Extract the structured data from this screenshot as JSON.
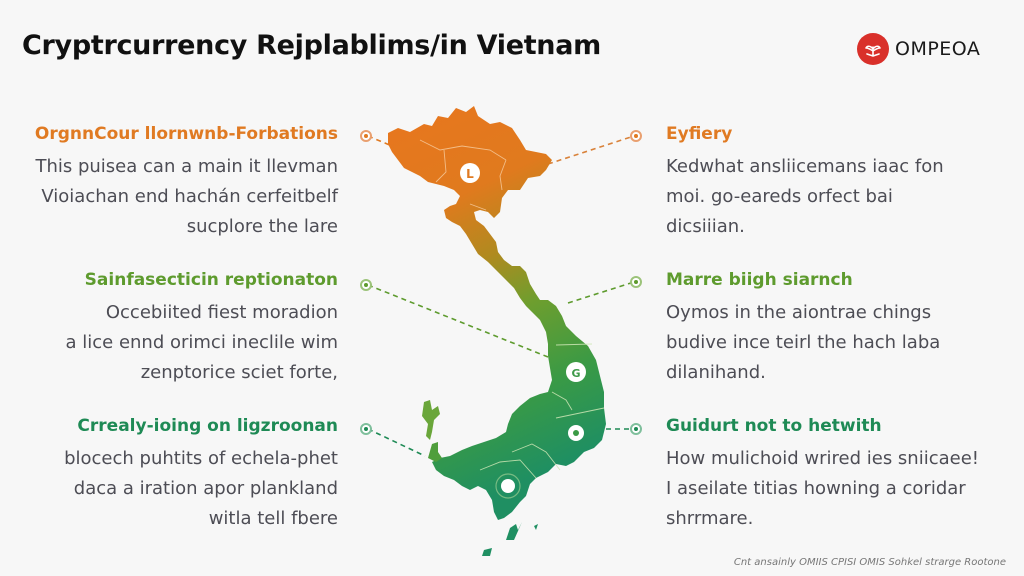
{
  "header": {
    "title": "Cryptrcurrency Rejplablims/in Vietnam",
    "logo_text": "OMPEOA",
    "logo_icon": "leaf-book-icon",
    "logo_color": "#d9302a"
  },
  "left_blocks": [
    {
      "heading": "OrgnnCour llornwnb-Forbations",
      "color": "#e07a22",
      "body": "This puisea can a main it llevman\nVioiachan end hachán cerfeitbelf\nsucplore the lare"
    },
    {
      "heading": "Sainfasecticin reptionaton",
      "color": "#5e9b2e",
      "body": "Occebiited fiest moradion\na lice ennd orimci ineclile wim\nzenptorice sciet forte,"
    },
    {
      "heading": "Crrealy-ioing on ligzroonan",
      "color": "#1e8a55",
      "body": "blocech puhtits of echela-phet\ndaca a iration apor plankland\nwitla tell fbere"
    }
  ],
  "right_blocks": [
    {
      "heading": "Eyfiery",
      "color": "#e07a22",
      "body": "Kedwhat ansliicemans iaac fon\nmoi. go-eareds orfect bai\ndicsiiian."
    },
    {
      "heading": "Marre biigh siarnch",
      "color": "#5e9b2e",
      "body": "Oymos in the aiontrae chings\nbudive ince teirl the hach laba\ndilanihand."
    },
    {
      "heading": "Guidurt not to hetwith",
      "color": "#1e8a55",
      "body": "How mulichoid wrired ies sniicaee!\nI aseilate titias howning a coridar\nshrrmare."
    }
  ],
  "map": {
    "gradient_top": "#e8761e",
    "gradient_mid": "#8a9e26",
    "gradient_bottom": "#1f8f62",
    "markers": [
      {
        "name": "north-marker",
        "glyph": "L"
      },
      {
        "name": "central-marker",
        "glyph": "G"
      },
      {
        "name": "south-east-marker",
        "glyph": "◔"
      },
      {
        "name": "south-marker",
        "glyph": "○"
      }
    ]
  },
  "footer": {
    "caption": "Cnt ansainly OMIIS CPISI OMIS Sohkel strarge Rootone"
  }
}
